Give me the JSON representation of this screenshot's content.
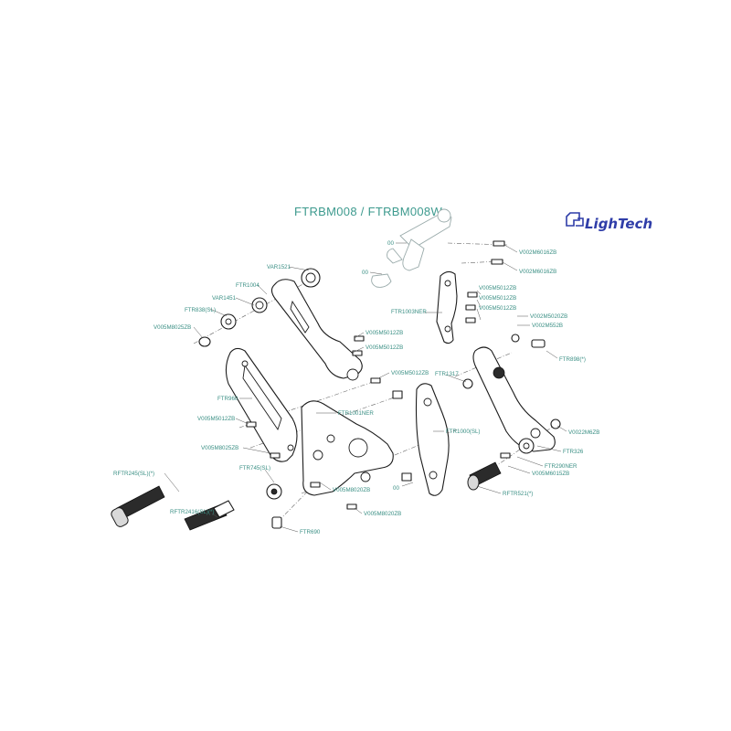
{
  "title": "FTRBM008 / FTRBM008W",
  "brand": {
    "name": "LighTech",
    "color": "#2f3da8",
    "label_color": "#3a8f84"
  },
  "labels": {
    "oo_top": "00",
    "oo_clip": "00",
    "v002m6016zb_a": "V002M6016ZB",
    "v002m6016zb_b": "V002M6016ZB",
    "var1521": "VAR1521",
    "ftr1004": "FTR1004",
    "var1451": "VAR1451",
    "ftr838sl": "FTR838(SL)",
    "v005m8025zb": "V005M8025ZB",
    "v005m5012zb_a": "V005M5012ZB",
    "v005m5012zb_b": "V005M5012ZB",
    "v005m5012zb_c": "V005M5012ZB",
    "v005m5012zb_d": "V005M5012ZB",
    "v005m5012zb_e": "V005M5012ZB",
    "v005m5012zb_f": "V005M5012ZB",
    "v005m5012zb_g": "V005M5012ZB",
    "ftr1003ner": "FTR1003NER",
    "v002m5020zb": "V002M5020ZB",
    "v002m5528": "V002M552B",
    "ftr898": "FTR898(*)",
    "ftr1317": "FTR1317",
    "ftr960": "FTR960",
    "ftr1001ner": "FTR1001NER",
    "ftr1000sl": "FTR1000(SL)",
    "oo_lower": "00",
    "v0022m6zb": "V0022M6ZB",
    "ftr326": "FTR326",
    "ftr290ner": "FTR290NER",
    "v005m6015zb": "V005M6015ZB",
    "rftr521": "RFTR521(*)",
    "ftr745sl": "FTR745(SL)",
    "v005m8020zb_a": "V005M8020ZB",
    "v005m8020zb_b": "V005M8020ZB",
    "rftr245sl": "RFTR245(SL)(*)",
    "rftr2416sl": "RFTR2416(SL)(*)",
    "ftr690": "FTR690"
  }
}
